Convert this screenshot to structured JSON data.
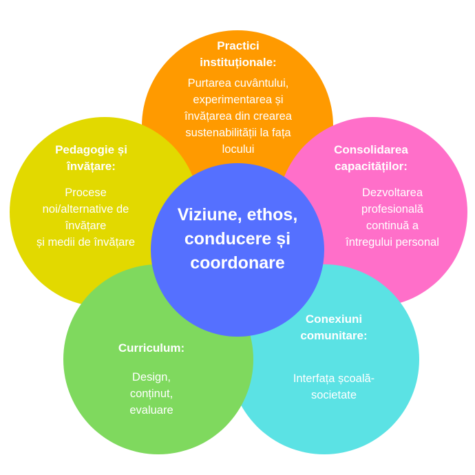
{
  "colors": {
    "orange": "#FF9A00",
    "pink": "#FF6FC9",
    "yellow": "#E2D900",
    "cyan": "#5BE2E4",
    "green": "#7FD95E",
    "center": "#5570FF",
    "text": "#FFFFFF"
  },
  "center": {
    "label": "Viziune, ethos,\nconducere și\ncoordonare"
  },
  "petals": {
    "practici": {
      "title": "Practici\ninstituționale:",
      "body": "Purtarea cuvântului,\nexperimentarea și\nînvățarea din crearea\nsustenabilității la fața\nlocului"
    },
    "consolidarea": {
      "title": "Consolidarea\ncapacităților:",
      "body": "Dezvoltarea\nprofesională\ncontinuă a\nîntregului personal"
    },
    "pedagogie": {
      "title": "Pedagogie și\nînvățare:",
      "body": "Procese\nnoi/alternative de\nînvățare\nși medii de învățare"
    },
    "conexiuni": {
      "title": "Conexiuni\ncomunitare:",
      "body": "Interfața școală-\nsocietate"
    },
    "curriculum": {
      "title": "Curriculum:",
      "body": "Design,\nconținut,\nevaluare"
    }
  }
}
